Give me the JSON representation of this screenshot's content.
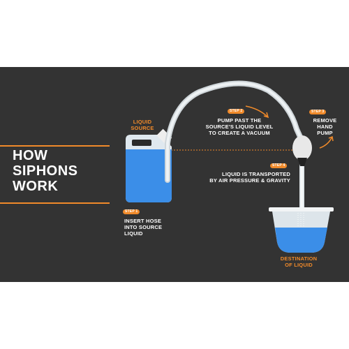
{
  "title": {
    "line1": "HOW",
    "line2": "SIPHONS",
    "line3": "WORK"
  },
  "labels": {
    "liquid_source": {
      "line1": "LIQUID",
      "line2": "SOURCE"
    },
    "destination": {
      "line1": "DESTINATION",
      "line2": "OF LIQUID"
    }
  },
  "steps": [
    {
      "badge": "STEP 1",
      "line1": "INSERT HOSE",
      "line2": "INTO SOURCE",
      "line3": "LIQUID"
    },
    {
      "badge": "STEP 2",
      "line1": "PUMP PAST THE",
      "line2": "SOURCE'S LIQUID LEVEL",
      "line3": "TO CREATE A VACUUM"
    },
    {
      "badge": "STEP 3",
      "line1": "REMOVE",
      "line2": "HAND",
      "line3": "PUMP"
    },
    {
      "badge": "STEP 4",
      "line1": "LIQUID IS TRANSPORTED",
      "line2": "BY AIR PRESSURE & GRAVITY"
    }
  ],
  "colors": {
    "background": "#333333",
    "accent": "#f08a2a",
    "liquid": "#3b8ee8",
    "text": "#ffffff"
  }
}
